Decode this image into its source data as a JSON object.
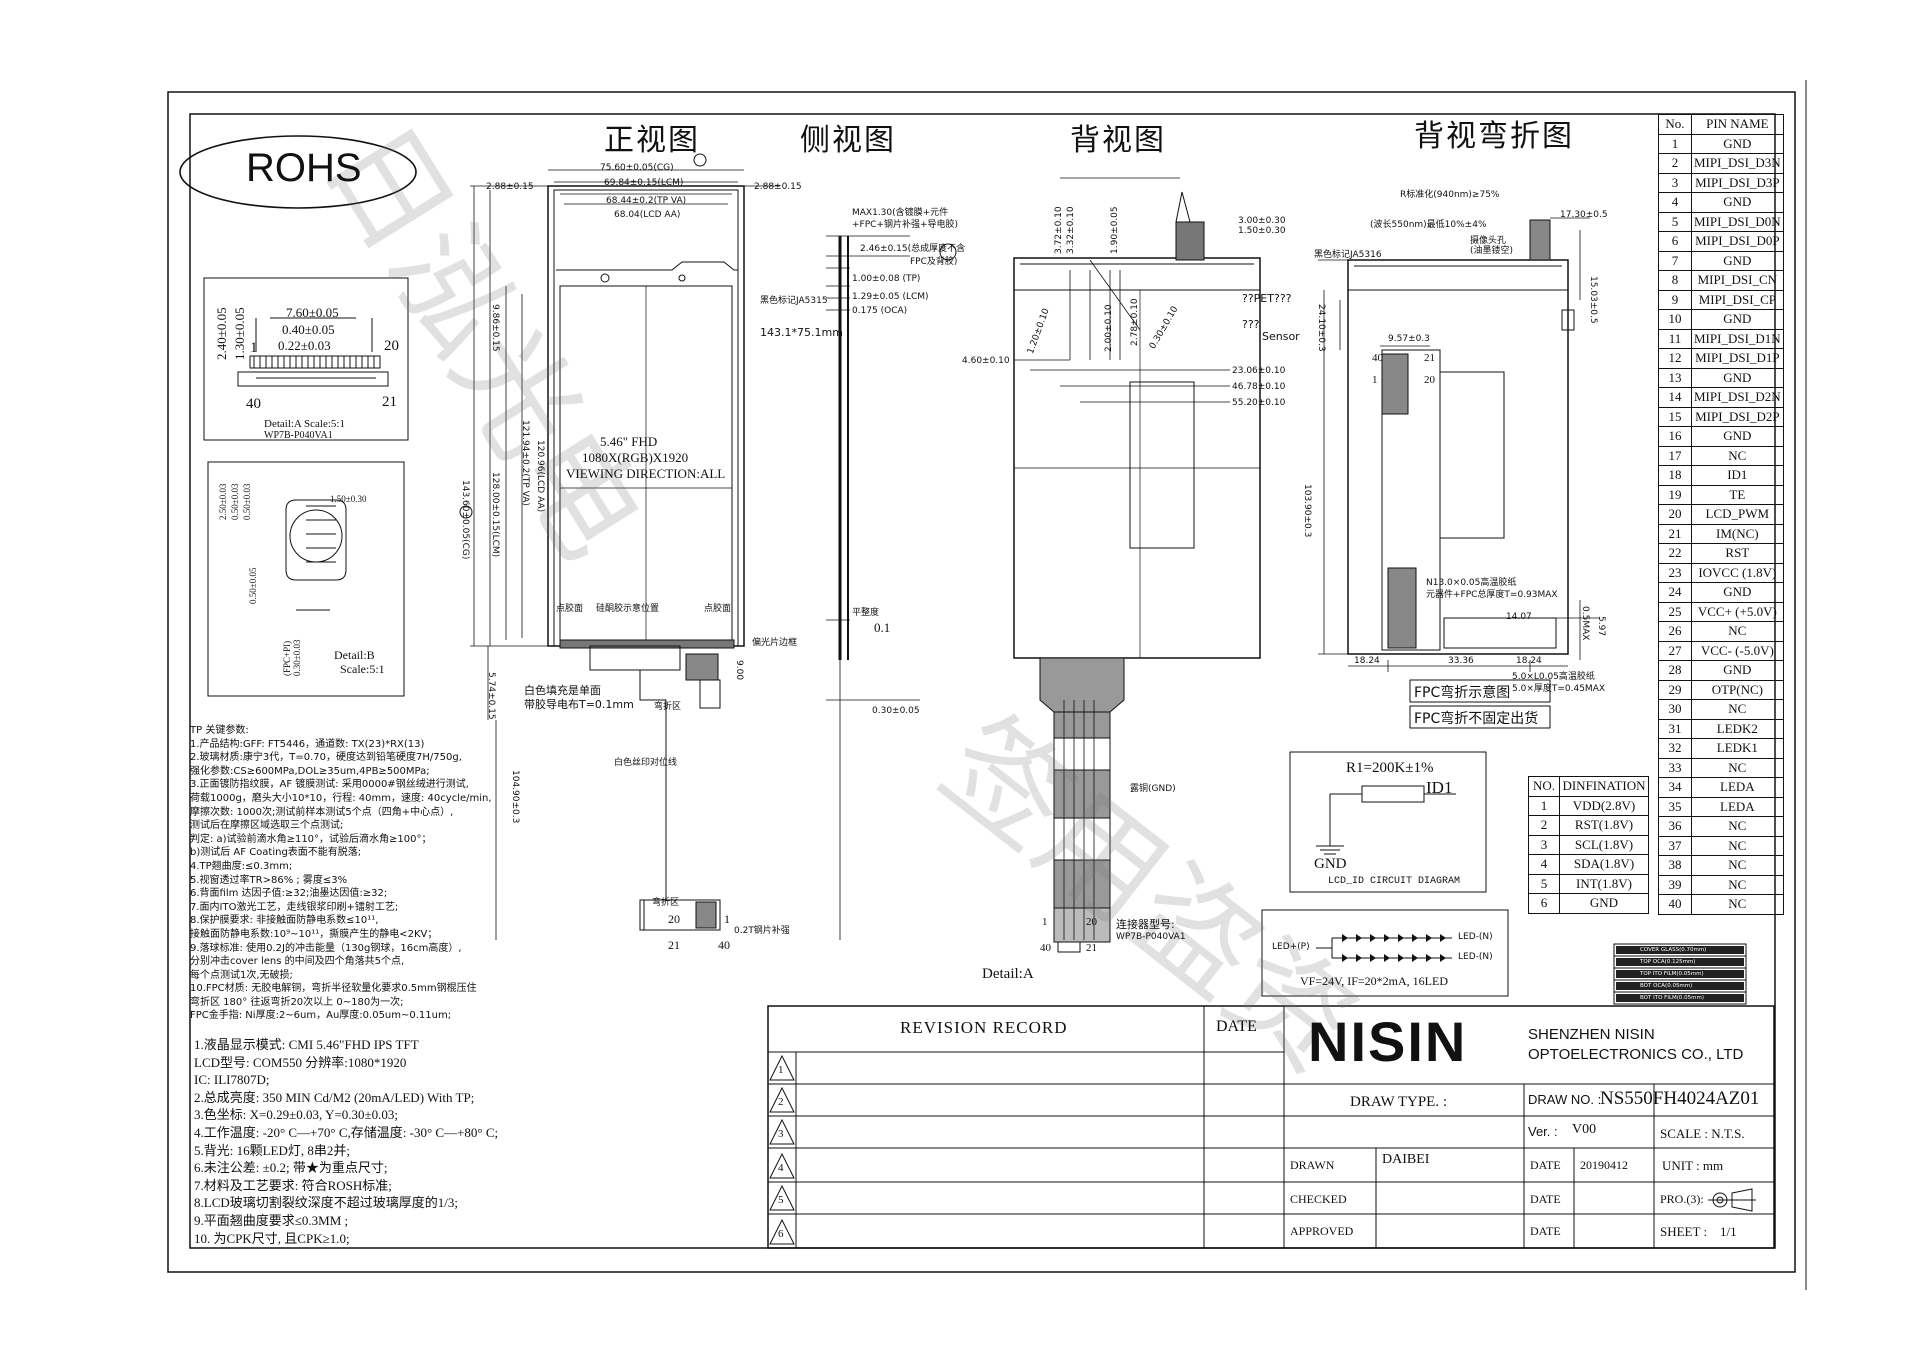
{
  "titles": {
    "front": "正视图",
    "side": "侧视图",
    "back": "背视图",
    "back_fold": "背视弯折图"
  },
  "rohs": "ROHS",
  "front": {
    "dim_overall_w": "75.60±0.05(CG)",
    "dim_lcm_w": "69.84±0.15(LCM)",
    "dim_tp_va": "68.44±0.2(TP VA)",
    "dim_lcd_aa": "68.04(LCD AA)",
    "dim_left": "2.88±0.15",
    "dim_right": "2.88±0.15",
    "model_note": "黑色标记JA5315",
    "size_note": "143.1*75.1mm",
    "center1": "5.46\" FHD",
    "center2": "1080X(RGB)X1920",
    "center3": "VIEWING DIRECTION:ALL",
    "v_total": "143.60±0.05(CG)",
    "v_lcm": "128.00±0.15(LCM)",
    "v_tpva": "121.94±0.2(TP VA)",
    "v_aa": "120.96(LCD AA)",
    "v_top": "9.86±0.15",
    "v_bot": "5.74±0.15",
    "v_fpc": "104.90±0.3",
    "white_fill": "白色填充是单面",
    "white_fill2": "带胶导电布T=0.1mm",
    "fold_area": "弯折区",
    "print_line": "白色丝印对位线",
    "fold_area2": "弯折区",
    "fpc_w": "0.2T钢片补强",
    "dim_900": "9.00",
    "mark_l": "点胶面",
    "mark_c": "硅酮胶示意位置",
    "mark_r": "点胶面",
    "pin20": "20",
    "pin1": "1",
    "pin21": "21",
    "pin40": "40",
    "small_note": "偏光片边框"
  },
  "side": {
    "max": "MAX1.30(含镀膜+元件",
    "max2": "+FPC+钢片补强+导电胶)",
    "l1": "2.46±0.15(总成厚度不含",
    "l1b": "FPC及背胶)",
    "l2": "1.00±0.08 (TP)",
    "l3": "1.29±0.05 (LCM)",
    "l4": "0.175 (OCA)",
    "flat": "平整度",
    "flat_v": "0.1",
    "bottom_dim": "0.30±0.05"
  },
  "back": {
    "d1": "3.32±0.10",
    "d2": "3.72±0.10",
    "d3": "1.90±0.05",
    "d4": "2.00±0.10",
    "d5": "2.78±0.10",
    "d6": "0.30±0.10",
    "d7": "1.20±0.10",
    "d8": "3.00±0.30",
    "d9": "1.50±0.30",
    "d10": "4.60±0.10",
    "d11": "23.06±0.10",
    "d12": "46.78±0.10",
    "d13": "55.20±0.10",
    "pet": "??PET???",
    "q": "???",
    "sensor": "Sensor",
    "gnd": "露铜(GND)",
    "conn": "连接器型号:",
    "conn2": "WP7B-P040VA1",
    "detail": "Detail:A",
    "p1": "1",
    "p20": "20",
    "p40": "40",
    "p21": "21"
  },
  "fold": {
    "model": "黑色标记JA5316",
    "r1": "R标准化(940nm)≥75%",
    "r2": "(波长550nm)最低10%±4%",
    "r3": "摄像头孔",
    "r4": "(油墨镂空)",
    "d1": "17.30±0.5",
    "d2": "15.03±0.5",
    "d3": "9.57±0.3",
    "d4": "24.10±0.3",
    "d5": "103.90±0.3",
    "d6": "14.07",
    "d7": "5.97",
    "d8": "0.5MAX",
    "d9": "18.24",
    "d10": "33.36",
    "d11": "18.24",
    "n1": "N13.0×0.05高温胶纸",
    "n2": "元器件+FPC总厚度T=0.93MAX",
    "n3": "5.0×L0.05高温胶纸",
    "n4": "5.0×厚度T=0.45MAX",
    "p40": "40",
    "p21": "21",
    "p1": "1",
    "p20": "20",
    "fpc1": "FPC弯折示意图",
    "fpc2": "FPC弯折不固定出货"
  },
  "detail_a": {
    "d1": "7.60±0.05",
    "d2": "0.40±0.05",
    "d3": "0.22±0.03",
    "v1": "1.30±0.05",
    "v2": "2.40±0.05",
    "p1": "1",
    "p20": "20",
    "p40": "40",
    "p21": "21",
    "label": "Detail:A Scale:5:1",
    "part": "WP7B-P040VA1"
  },
  "detail_b": {
    "d1": "1.50±0.30",
    "v1": "2.50±0.03",
    "v2": "0.50±0.03",
    "v3": "0.50±0.03",
    "v4": "0.50±0.05",
    "bot": "0.30±0.03",
    "bot2": "(FPC+PI)",
    "label": "Detail:B",
    "scale": "Scale:5:1"
  },
  "notes_tp": [
    "TP 关键参数:",
    "1.产品结构:GFF: FT5446，通道数: TX(23)*RX(13)",
    "2.玻璃材质:康宁3代，T=0.70，硬度达到铅笔硬度7H/750g,",
    "  强化参数:CS≥600MPa,DOL≥35um,4PB≥500MPa;",
    "3.正面镀防指纹膜，AF 镀膜测试: 采用0000#钢丝绒进行测试,",
    "  荷载1000g，磨头大小10*10，行程: 40mm，速度: 40cycle/min,",
    "  摩擦次数: 1000次;测试前样本测试5个点（四角+中心点）,",
    "  测试后在摩擦区域选取三个点测试;",
    "  判定: a)试验前滴水角≥110°，试验后滴水角≥100°；",
    "        b)测试后 AF Coating表面不能有脱落;",
    "4.TP翘曲度:≤0.3mm;",
    "5.视窗透过率TR>86% ; 雾度≤3%",
    "6.背面film 达因子值:≥32;油墨达因值:≥32;",
    "7.面内ITO激光工艺，走线银浆印刷+镭射工艺;",
    "8.保护膜要求: 非接触面防静电系数≤10¹¹,",
    "  接触面防静电系数:10⁹~10¹¹，撕膜产生的静电<2KV；",
    "9.落球标准: 使用0.2J的冲击能量（130g钢球，16cm高度）,",
    "  分别冲击cover lens 的中间及四个角落共5个点,",
    "  每个点测试1次,无破损;",
    "10.FPC材质: 无胶电解铜，弯折半径软量化要求0.5mm钢棍压住",
    "  弯折区 180° 往返弯折20次以上 0~180为一次;",
    "  FPC金手指: Ni厚度:2~6um，Au厚度:0.05um~0.11um;"
  ],
  "notes_lcd": [
    "1.液晶显示模式: CMI 5.46\"FHD IPS TFT",
    "  LCD型号: COM550  分辨率:1080*1920",
    "  IC: ILI7807D;",
    "2.总成亮度: 350 MIN Cd/M2 (20mA/LED) With TP;",
    "3.色坐标: X=0.29±0.03, Y=0.30±0.03;",
    "4.工作温度: -20° C—+70° C,存储温度: -30° C—+80° C;",
    "5.背光: 16颗LED灯, 8串2并;",
    "6.未注公差: ±0.2; 带★为重点尺寸;",
    "7.材料及工艺要求: 符合ROSH标准;",
    "8.LCD玻璃切割裂纹深度不超过玻璃厚度的1/3;",
    "9.平面翘曲度要求≤0.3MM ;",
    "10.     为CPK尺寸, 且CPK≥1.0;"
  ],
  "pin_header": [
    "No.",
    "PIN NAME"
  ],
  "pins": [
    [
      "1",
      "GND"
    ],
    [
      "2",
      "MIPI_DSI_D3N"
    ],
    [
      "3",
      "MIPI_DSI_D3P"
    ],
    [
      "4",
      "GND"
    ],
    [
      "5",
      "MIPI_DSI_D0N"
    ],
    [
      "6",
      "MIPI_DSI_D0P"
    ],
    [
      "7",
      "GND"
    ],
    [
      "8",
      "MIPI_DSI_CN"
    ],
    [
      "9",
      "MIPI_DSI_CP"
    ],
    [
      "10",
      "GND"
    ],
    [
      "11",
      "MIPI_DSI_D1N"
    ],
    [
      "12",
      "MIPI_DSI_D1P"
    ],
    [
      "13",
      "GND"
    ],
    [
      "14",
      "MIPI_DSI_D2N"
    ],
    [
      "15",
      "MIPI_DSI_D2P"
    ],
    [
      "16",
      "GND"
    ],
    [
      "17",
      "NC"
    ],
    [
      "18",
      "ID1"
    ],
    [
      "19",
      "TE"
    ],
    [
      "20",
      "LCD_PWM"
    ],
    [
      "21",
      "IM(NC)"
    ],
    [
      "22",
      "RST"
    ],
    [
      "23",
      "IOVCC (1.8V)"
    ],
    [
      "24",
      "GND"
    ],
    [
      "25",
      "VCC+ (+5.0V)"
    ],
    [
      "26",
      "NC"
    ],
    [
      "27",
      "VCC- (-5.0V)"
    ],
    [
      "28",
      "GND"
    ],
    [
      "29",
      "OTP(NC)"
    ],
    [
      "30",
      "NC"
    ],
    [
      "31",
      "LEDK2"
    ],
    [
      "32",
      "LEDK1"
    ],
    [
      "33",
      "NC"
    ],
    [
      "34",
      "LEDA"
    ],
    [
      "35",
      "LEDA"
    ],
    [
      "36",
      "NC"
    ],
    [
      "37",
      "NC"
    ],
    [
      "38",
      "NC"
    ],
    [
      "39",
      "NC"
    ],
    [
      "40",
      "NC"
    ]
  ],
  "din_header": [
    "NO.",
    "DINFINATION"
  ],
  "dins": [
    [
      "1",
      "VDD(2.8V)"
    ],
    [
      "2",
      "RST(1.8V)"
    ],
    [
      "3",
      "SCL(1.8V)"
    ],
    [
      "4",
      "SDA(1.8V)"
    ],
    [
      "5",
      "INT(1.8V)"
    ],
    [
      "6",
      "GND"
    ]
  ],
  "id_circuit": {
    "r": "R1=200K±1%",
    "id": "ID1",
    "gnd": "GND",
    "title": "LCD_ID CIRCUIT DIAGRAM"
  },
  "led_circuit": {
    "ledp": "LED+(P)",
    "ledn1": "LED-(N)",
    "ledn2": "LED-(N)",
    "spec": "VF=24V, IF=20*2mA, 16LED"
  },
  "stack": [
    "COVER GLASS(0.70mm)",
    "TOP OCA(0.125mm)",
    "TOP ITO FILM(0.05mm)",
    "BOT OCA(0.05mm)",
    "BOT ITO FILM(0.05mm)"
  ],
  "revision": {
    "title": "REVISION  RECORD",
    "date": "DATE",
    "rows": [
      "1",
      "2",
      "3",
      "4",
      "5",
      "6"
    ]
  },
  "title_block": {
    "logo": "NISIN",
    "company1": "SHENZHEN NISIN",
    "company2": "OPTOELECTRONICS CO., LTD",
    "draw_type": "DRAW TYPE. :",
    "draw_no_label": "DRAW NO. :",
    "draw_no": "NS550FH4024AZ01",
    "ver_label": "Ver. :",
    "ver": "V00",
    "scale": "SCALE : N.T.S.",
    "drawn": "DRAWN",
    "drawn_by": "DAIBEI",
    "date_label": "DATE",
    "date": "20190412",
    "unit": "UNIT : mm",
    "checked": "CHECKED",
    "date_label2": "DATE",
    "pro": "PRO.(3):",
    "approved": "APPROVED",
    "date_label3": "DATE",
    "sheet": "SHEET :",
    "sheet_v": "1/1"
  },
  "watermark": [
    "日泓光电",
    "签用盗资"
  ]
}
